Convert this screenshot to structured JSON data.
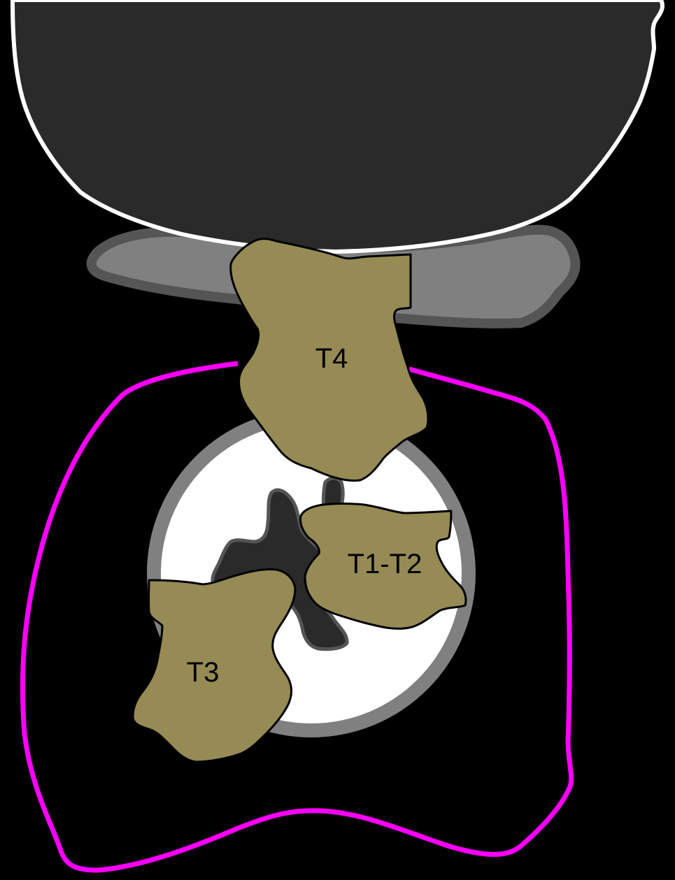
{
  "diagram": {
    "colors": {
      "background": "#000000",
      "upper_mass_fill": "#2a2a2a",
      "upper_mass_outline": "#ffffff",
      "gray_band_fill": "#808080",
      "gray_band_outline": "#555555",
      "boundary_outline": "#ff00ff",
      "ring_outer": "#808080",
      "ring_inner": "#ffffff",
      "core_fill": "#2a2a2a",
      "core_outline": "#555555",
      "region_fill": "#968a55",
      "region_outline": "#000000"
    },
    "labels": {
      "t4": "T4",
      "t1_t2": "T1-T2",
      "t3": "T3"
    }
  }
}
